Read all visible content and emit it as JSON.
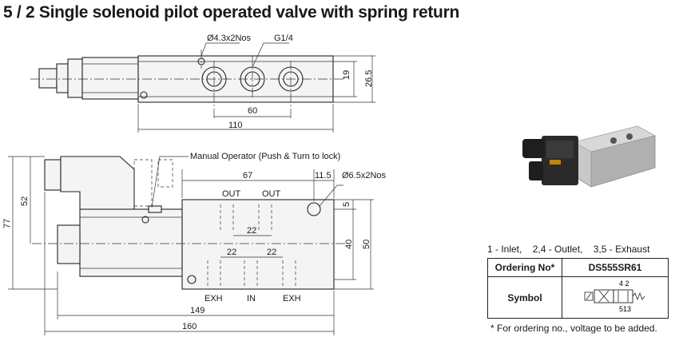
{
  "title": "5 / 2 Single solenoid pilot operated valve with spring return",
  "top_view": {
    "hole_callout": "Ø4.3x2Nos",
    "port_callout": "G1/4",
    "dim_60": "60",
    "dim_110": "110",
    "dim_19": "19",
    "dim_26_5": "26.5"
  },
  "side_view": {
    "manual_operator": "Manual Operator (Push & Turn to lock)",
    "dim_67": "67",
    "dim_11_5": "11.5",
    "mount_callout": "Ø6.5x2Nos",
    "out_left": "OUT",
    "out_right": "OUT",
    "dim_22_top": "22",
    "dim_22_left": "22",
    "dim_22_right": "22",
    "dim_5": "5",
    "dim_40": "40",
    "dim_50": "50",
    "dim_52": "52",
    "dim_77": "77",
    "exh_left": "EXH",
    "in": "IN",
    "exh_right": "EXH",
    "dim_149": "149",
    "dim_160": "160"
  },
  "ports_legend": "1 - Inlet,    2,4 - Outlet,    3,5 - Exhaust",
  "order_table": {
    "ordering_label": "Ordering No*",
    "ordering_value": "DS555SR61",
    "symbol_label": "Symbol",
    "symbol_top_ports": "4  2",
    "symbol_bottom_ports": "513"
  },
  "footnote": "* For ordering no., voltage to be added."
}
